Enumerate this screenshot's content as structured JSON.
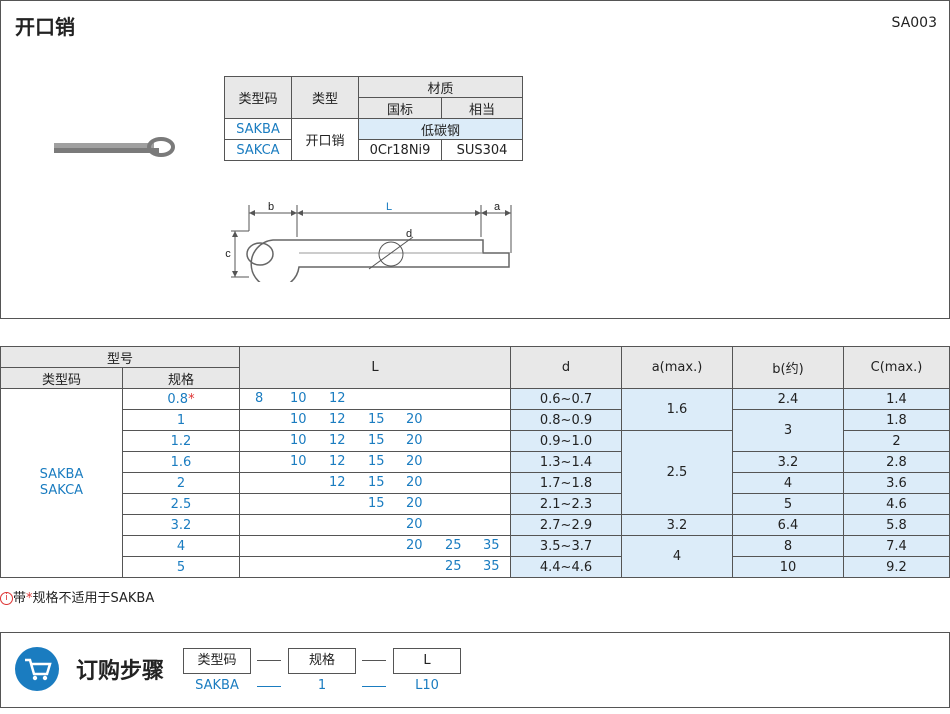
{
  "header": {
    "title": "开口销",
    "code": "SA003"
  },
  "material_table": {
    "h_typecode": "类型码",
    "h_type": "类型",
    "h_material": "材质",
    "h_national": "国标",
    "h_equivalent": "相当",
    "rows": [
      {
        "code": "SAKBA",
        "material": "低碳钢"
      },
      {
        "code": "SAKCA",
        "national": "0Cr18Ni9",
        "equivalent": "SUS304"
      }
    ],
    "type_value": "开口销"
  },
  "diagram": {
    "b": "b",
    "L": "L",
    "a": "a",
    "c": "c",
    "d": "d"
  },
  "spec_table": {
    "h_model": "型号",
    "h_typecode": "类型码",
    "h_spec": "规格",
    "h_L": "L",
    "h_d": "d",
    "h_a": "a(max.)",
    "h_b": "b(约)",
    "h_c": "C(max.)",
    "typecodes": "SAKBA\nSAKCA",
    "rows": [
      {
        "spec": "0.8",
        "star": "*",
        "L": [
          "8",
          "10",
          "12"
        ],
        "d": "0.6~0.7"
      },
      {
        "spec": "1",
        "L": [
          "10",
          "12",
          "15",
          "20"
        ],
        "d": "0.8~0.9"
      },
      {
        "spec": "1.2",
        "L": [
          "10",
          "12",
          "15",
          "20"
        ],
        "d": "0.9~1.0"
      },
      {
        "spec": "1.6",
        "L": [
          "10",
          "12",
          "15",
          "20"
        ],
        "d": "1.3~1.4"
      },
      {
        "spec": "2",
        "L": [
          "12",
          "15",
          "20"
        ],
        "d": "1.7~1.8"
      },
      {
        "spec": "2.5",
        "L": [
          "15",
          "20"
        ],
        "d": "2.1~2.3"
      },
      {
        "spec": "3.2",
        "L": [
          "20"
        ],
        "d": "2.7~2.9"
      },
      {
        "spec": "4",
        "L": [
          "20",
          "25",
          "35"
        ],
        "d": "3.5~3.7"
      },
      {
        "spec": "5",
        "L": [
          "25",
          "35"
        ],
        "d": "4.4~4.6"
      }
    ],
    "a_values": [
      "1.6",
      "2.5",
      "3.2",
      "4"
    ],
    "b_values": [
      "2.4",
      "3",
      "3.2",
      "4",
      "5",
      "6.4",
      "8",
      "10"
    ],
    "c_values": [
      "1.4",
      "1.8",
      "2",
      "2.8",
      "3.6",
      "4.6",
      "5.8",
      "7.4",
      "9.2"
    ]
  },
  "note": {
    "prefix": "带",
    "star": "*",
    "text": "规格不适用于SAKBA"
  },
  "order": {
    "title": "订购步骤",
    "boxes": [
      "类型码",
      "规格",
      "L"
    ],
    "values": [
      "SAKBA",
      "1",
      "L10"
    ]
  }
}
